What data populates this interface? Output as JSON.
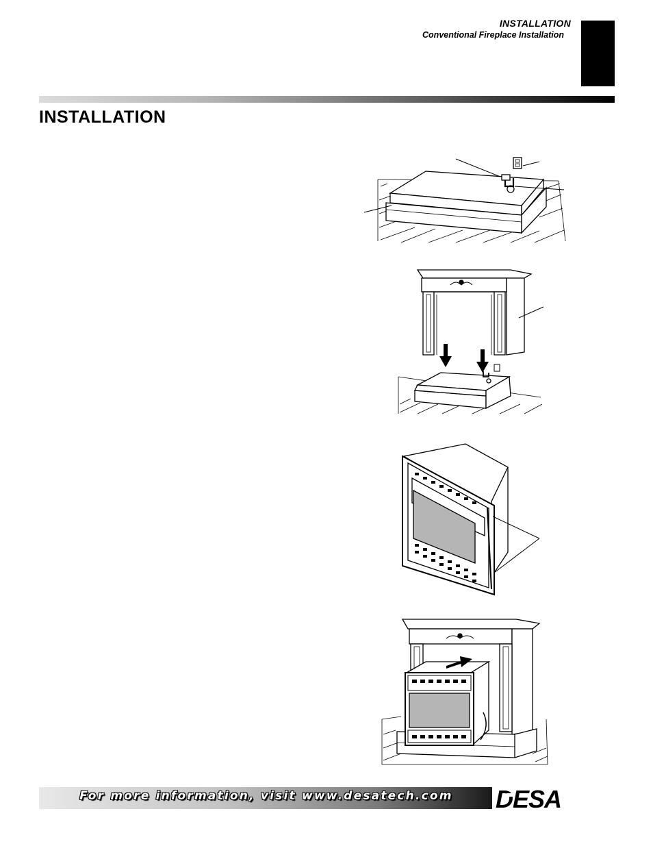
{
  "header": {
    "section": "INSTALLATION",
    "subsection": "Conventional Fireplace Installation"
  },
  "page": {
    "title": "INSTALLATION"
  },
  "figures": [
    {
      "name": "base-with-gas-line-illustration"
    },
    {
      "name": "mantel-onto-base-illustration"
    },
    {
      "name": "firebox-insert-side-illustration"
    },
    {
      "name": "firebox-into-mantel-illustration"
    }
  ],
  "footer": {
    "text": "For more information, visit www.desatech.com",
    "logo": "DESA"
  },
  "colors": {
    "ink": "#000000",
    "paper": "#ffffff",
    "viewing_window": "#b5b5b5"
  }
}
